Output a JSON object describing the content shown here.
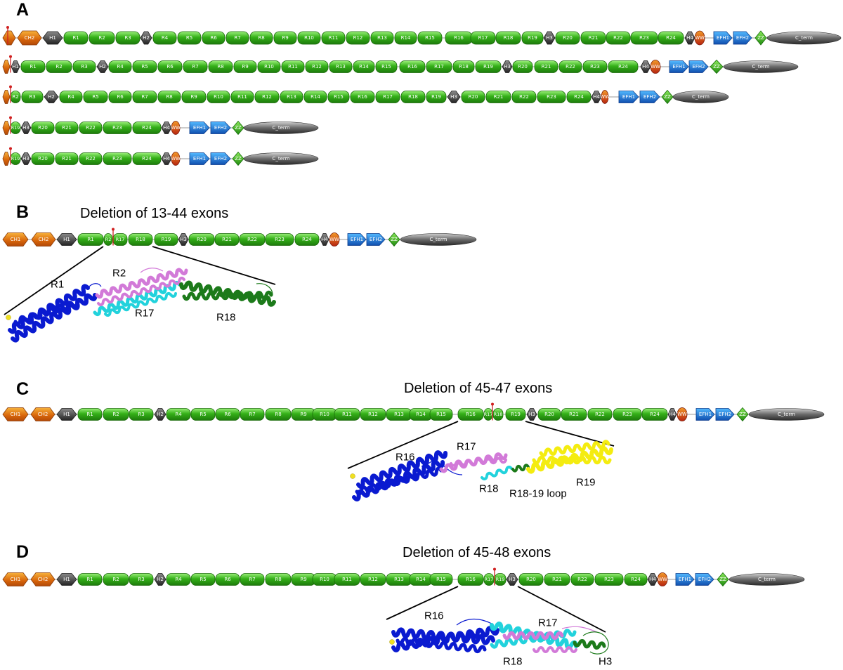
{
  "panels": [
    {
      "label": "A"
    },
    {
      "label": "B",
      "title": "Deletion of 13-44 exons"
    },
    {
      "label": "C",
      "title": "Deletion of 45-47 exons"
    },
    {
      "label": "D",
      "title": "Deletion of 45-48 exons"
    }
  ],
  "domains": {
    "ch1": "CH1",
    "ch2": "CH2",
    "h1": "H1",
    "h2": "H2",
    "h3": "H3",
    "h4": "H4",
    "ww": "WW",
    "efh1": "EFH1",
    "efh2": "EFH2",
    "zz": "ZZ",
    "cterm": "C_term"
  },
  "repeats": [
    "R1",
    "R2",
    "R3",
    "R4",
    "R5",
    "R6",
    "R7",
    "R8",
    "R9",
    "R10",
    "R11",
    "R12",
    "R13",
    "R14",
    "R15",
    "R16",
    "R17",
    "R18",
    "R19",
    "R20",
    "R21",
    "R22",
    "R23",
    "R24"
  ],
  "structure_labels": {
    "B": [
      "R1",
      "R2",
      "R17",
      "R18"
    ],
    "C": [
      "R16",
      "R17",
      "R18",
      "R18-19 loop",
      "R19"
    ],
    "D": [
      "R16",
      "R17",
      "R18",
      "H3"
    ]
  },
  "colors": {
    "repeat": "#2e9a12",
    "repeat_light": "#7fe05c",
    "hinge": "#3a3a3a",
    "ch": "#d46a0a",
    "ww": "#c7351a",
    "efh": "#1a6fd0",
    "zz": "#3ab01e",
    "cterm": "#555555",
    "marker": "#d02020",
    "helix_blue": "#0a1ad0",
    "helix_violet": "#d27ad8",
    "helix_cyan": "#22d2dc",
    "helix_green": "#1c7a1a",
    "helix_yellow": "#f4ec10"
  }
}
